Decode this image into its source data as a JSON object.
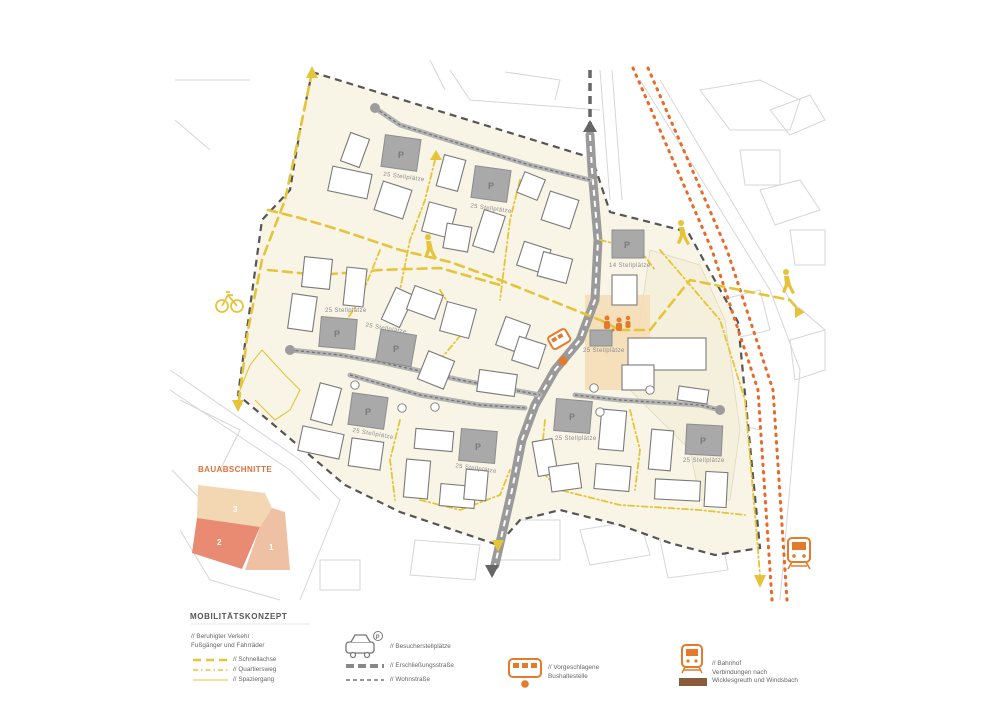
{
  "stages": {
    "title": "BAUABSCHNITTE",
    "items": [
      {
        "number": "3",
        "color": "#f3d7b3"
      },
      {
        "number": "2",
        "color": "#e98a72"
      },
      {
        "number": "1",
        "color": "#eec1a5"
      }
    ]
  },
  "parking": {
    "symbol": "P",
    "garages": [
      {
        "label": "25 Stellplätze"
      },
      {
        "label": "25 Stellplätze"
      },
      {
        "label": "25 Stellplätze"
      },
      {
        "label": "25 Stellplätze"
      },
      {
        "label": "25 Stellplätze"
      },
      {
        "label": "25 Stellplätze"
      },
      {
        "label": "25 Stellplätze"
      },
      {
        "label": "14 Stellplätze"
      },
      {
        "label": "25 Stellplätze"
      },
      {
        "label": "25 Stellplätze"
      }
    ]
  },
  "legend": {
    "title": "MOBILITÄTSKONZEPT",
    "calmed_traffic": "// Beruhigter Verkehr :\nFußgänger und Fahrräder",
    "fast_axis": "// Schnellachse",
    "district_path": "// Quartiersweg",
    "walk": "// Spaziergang",
    "visitor_parking": "// Besucherstellplätze",
    "access_road": "// Erschließungsstraße",
    "residential_road": "// Wohnstraße",
    "bus_stop": "// Vorgeschlagene\nBushaltestelle",
    "station": "// Bahnhof\nVerbindungen nach\nWicklesgreuth und Windsbach"
  },
  "colors": {
    "site": "#f8f5e6",
    "path_yellow": "#e5c43a",
    "accent_orange": "#e37a2c",
    "rail_orange": "#e86a2a",
    "road_gray": "#8f8f8f"
  },
  "icons": [
    "bicycle-icon",
    "pedestrian-icon",
    "bus-icon",
    "train-icon",
    "car-icon",
    "parking-icon"
  ]
}
